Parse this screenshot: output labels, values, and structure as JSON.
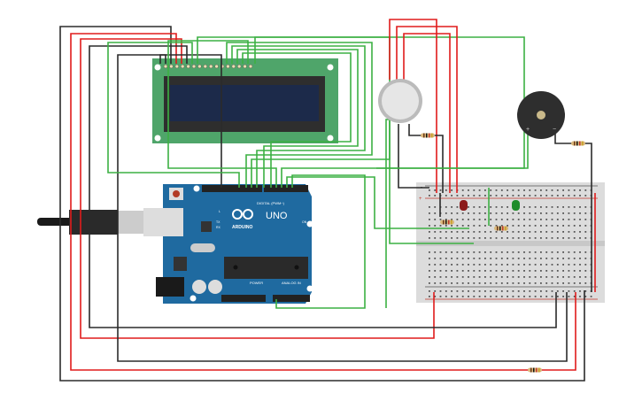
{
  "arduino": {
    "brand": "ARDUINO",
    "model": "UNO",
    "digital_label": "DIGITAL (PWM~)",
    "power_label": "POWER",
    "analog_label": "ANALOG IN",
    "on_label": "ON",
    "l_label": "L",
    "tx_label": "TX",
    "rx_label": "RX"
  },
  "breadboard": {
    "plus": "+",
    "minus": "-"
  },
  "buzzer": {
    "plus": "+",
    "minus": "−"
  },
  "colors": {
    "wire_red": "#e01b1b",
    "wire_black": "#2b2b2b",
    "wire_green": "#3cb043",
    "board": "#1f6aa0",
    "lcd_pcb": "#4fa56a",
    "lcd_screen": "#1c2a4a",
    "led_red": "#8b1a1a",
    "led_green": "#1e8c2a"
  }
}
